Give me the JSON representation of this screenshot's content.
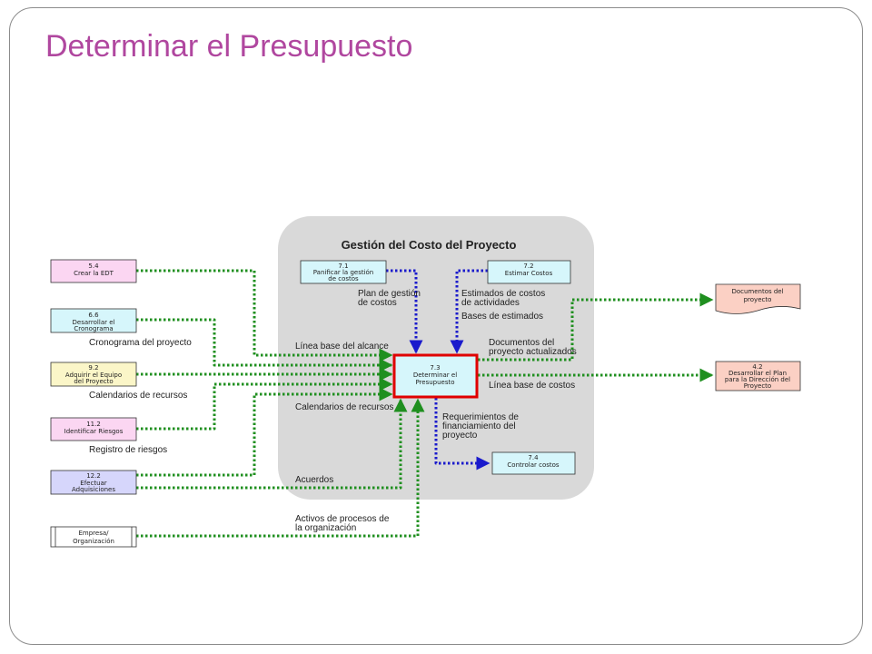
{
  "title": "Determinar el Presupuesto",
  "group_title": "Gestión del Costo del Proyecto",
  "colors": {
    "title": "#b0479f",
    "group_bg": "#d9d9d9",
    "pink_box": "#fbd6f2",
    "cyan_box": "#d6f6fb",
    "yellow_box": "#fbf6c8",
    "lavender_box": "#d6d6fb",
    "peach_box": "#fbd0c4",
    "main_border": "#e00000",
    "input_arrow": "#1f8f1f",
    "internal_arrow": "#1a1acc"
  },
  "boxes": {
    "crear_edt": {
      "id": "5.4",
      "name": "Crear la EDT"
    },
    "desarrollar_cronograma": {
      "id": "6.6",
      "name": "Desarrollar el Cronograma"
    },
    "adquirir_equipo": {
      "id": "9.2",
      "name": "Adquirir el Equipo del Proyecto"
    },
    "identificar_riesgos": {
      "id": "11.2",
      "name": "Identificar Riesgos"
    },
    "efectuar_adquisiciones": {
      "id": "12.2",
      "name": "Efectuar Adquisiciones"
    },
    "empresa": {
      "line1": "Empresa/",
      "line2": "Organización"
    },
    "planificar_gestion": {
      "id": "7.1",
      "name1": "Panificar la gestión",
      "name2": "de costos"
    },
    "estimar_costos": {
      "id": "7.2",
      "name": "Estimar Costos"
    },
    "determinar": {
      "id": "7.3",
      "name1": "Determinar el",
      "name2": "Presupuesto"
    },
    "controlar_costos": {
      "id": "7.4",
      "name": "Controlar costos"
    },
    "documentos": {
      "line1": "Documentos del",
      "line2": "proyecto"
    },
    "desarrollar_plan": {
      "id": "4.2",
      "name1": "Desarrollar el Plan",
      "name2": "para la Dirección del",
      "name3": "Proyecto"
    }
  },
  "labels": {
    "cronograma": "Cronograma del proyecto",
    "calendarios_left": "Calendarios de recursos",
    "registro": "Registro de riesgos",
    "plan_gestion_1": "Plan de gestión",
    "plan_gestion_2": "de costos",
    "estimados_1": "Estimados de costos",
    "estimados_2": "de actividades",
    "bases": "Bases de estimados",
    "linea_alcance": "Línea base del alcance",
    "calendarios_inner": "Calendarios de recursos",
    "documentos_act_1": "Documentos del",
    "documentos_act_2": "proyecto actualizados",
    "linea_costos": "Línea base de costos",
    "requerimientos_1": "Requerimientos de",
    "requerimientos_2": "financiamiento del",
    "requerimientos_3": "proyecto",
    "acuerdos": "Acuerdos",
    "activos_1": "Activos de procesos de",
    "activos_2": "la organización"
  }
}
